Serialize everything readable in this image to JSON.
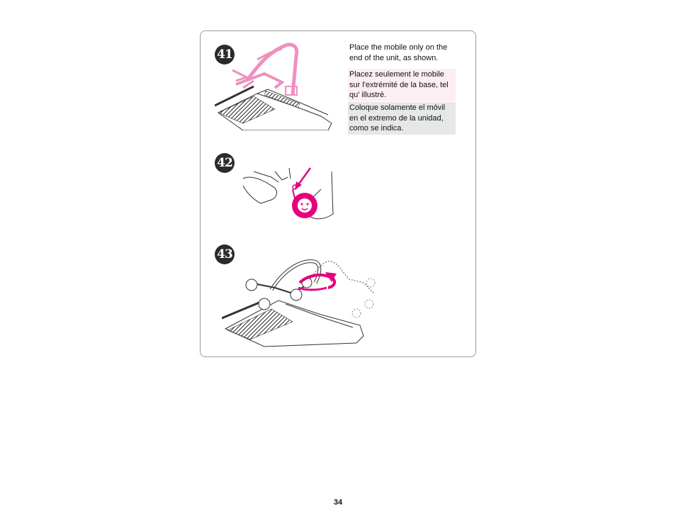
{
  "steps": [
    {
      "number": "41"
    },
    {
      "number": "42"
    },
    {
      "number": "43"
    }
  ],
  "instructions": {
    "en": "Place the mobile only on the end of the unit, as shown.",
    "fr": "Placez seulement le mobile sur l'extrémité de la base, tel qu’ illustré.",
    "es": "Coloque solamente el móvil en el extremo de la unidad, como se indica."
  },
  "footer": {
    "page_number": "34"
  },
  "colors": {
    "accent_magenta": "#e5007e",
    "light_pink": "#f08fc0",
    "fr_bg": "#fdeef2",
    "es_bg": "#e6e7e8",
    "badge": "#2b2b2b"
  },
  "icons": [
    "mobile-arm-illustration",
    "hand-attach-toy-illustration",
    "mobile-rotate-illustration"
  ]
}
